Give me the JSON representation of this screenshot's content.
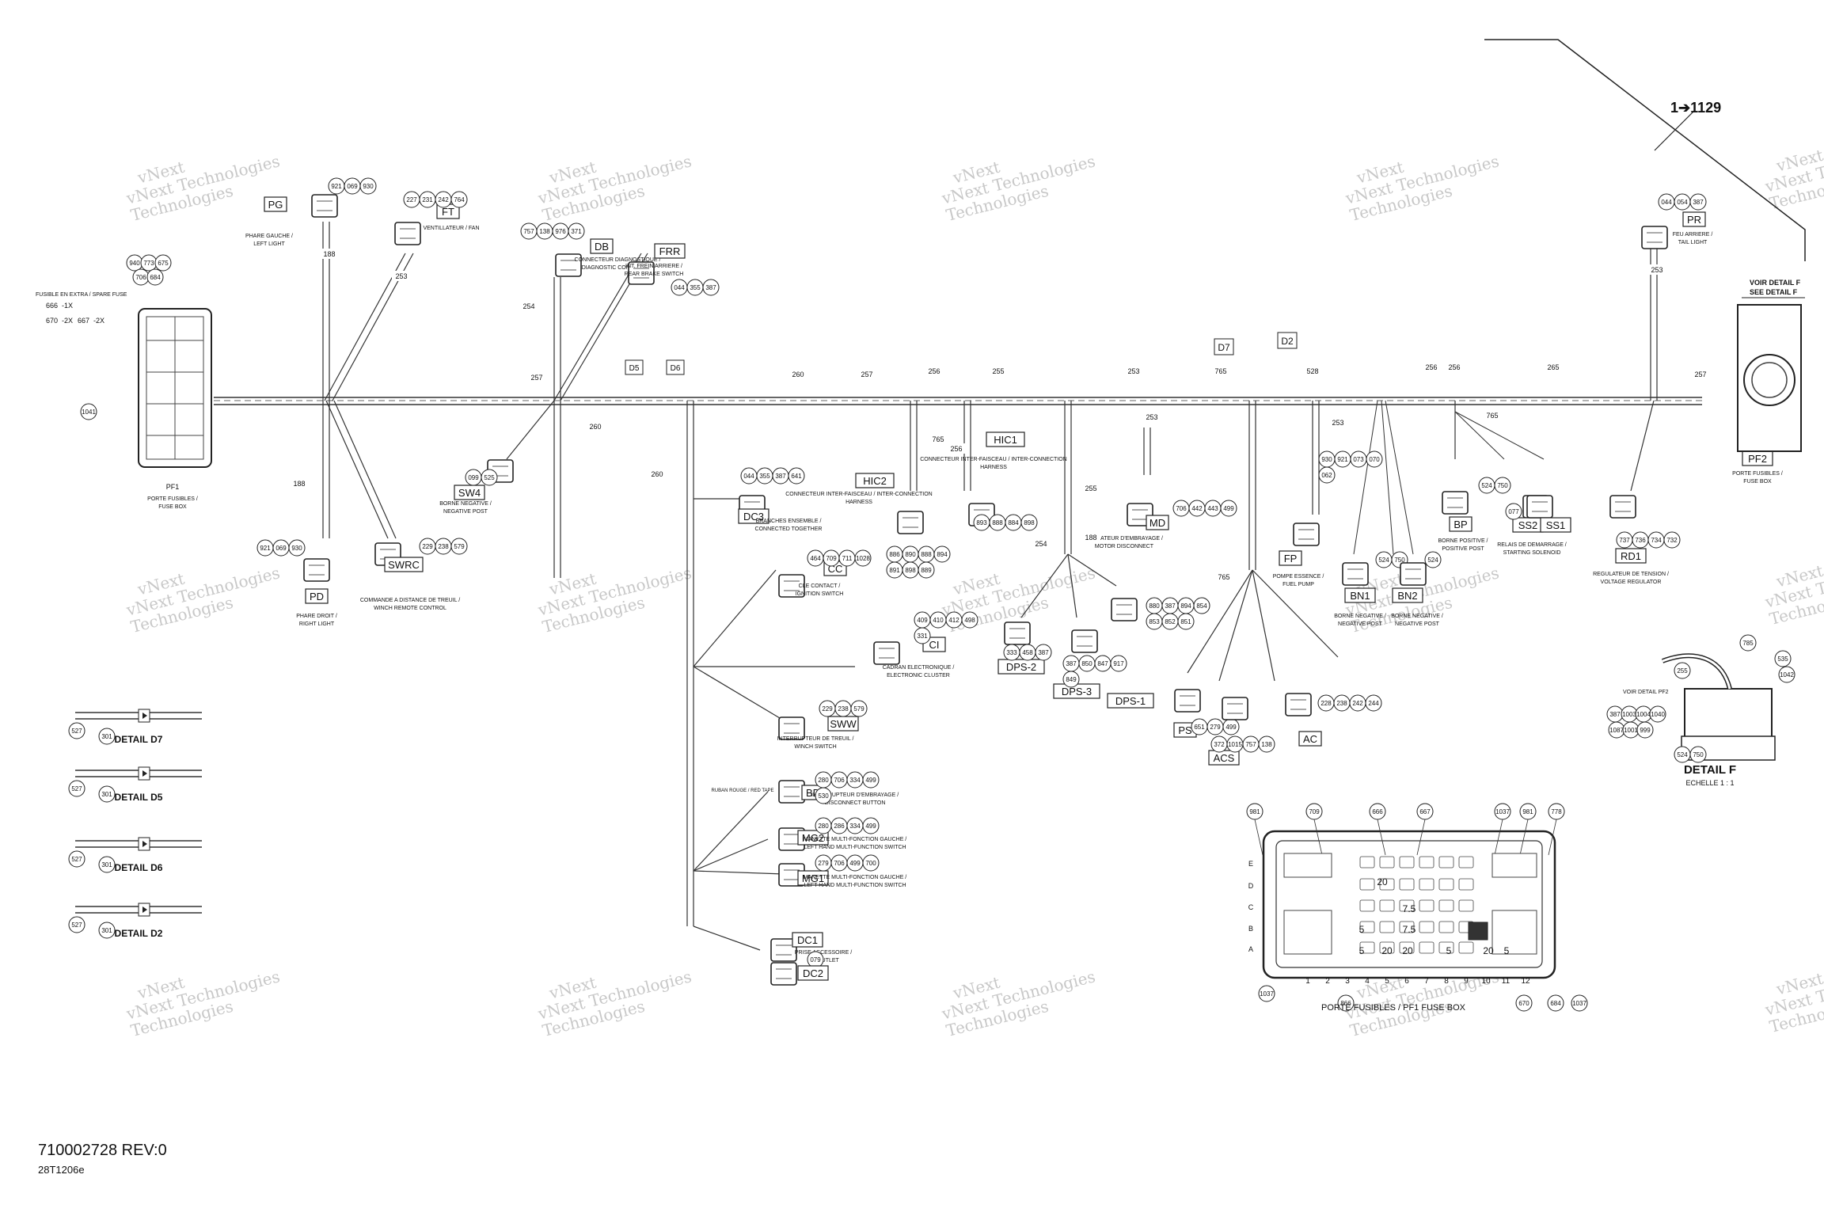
{
  "top_ref": "1➔1129",
  "drawing_number": "710002728 REV:0",
  "drawing_code": "28T1206e",
  "watermark": {
    "line1": "vNext Technologies",
    "line2": "Technologies",
    "line0": "vNext"
  },
  "fuse_box": {
    "spare_fuse_note": "FUSIBLE EN EXTRA / SPARE FUSE",
    "spare_rows": [
      {
        "a": "666",
        "b": "-1X"
      },
      {
        "a": "670",
        "b": "-2X"
      },
      {
        "a": "667",
        "b": "-2X"
      }
    ],
    "callouts": [
      "940",
      "773",
      "675",
      "706",
      "684",
      "1041"
    ],
    "id": "PF1",
    "caption1": "PORTE FUSIBLES /",
    "caption2": "FUSE BOX"
  },
  "connectors": [
    {
      "id": "PG",
      "fr": "PHARE GAUCHE /",
      "en": "LEFT LIGHT",
      "parts": [
        "921",
        "069",
        "930"
      ]
    },
    {
      "id": "FT",
      "fr": "VENTILLATEUR / FAN",
      "en": "",
      "parts": [
        "227",
        "231",
        "242",
        "764"
      ]
    },
    {
      "id": "DB",
      "fr": "CONNECTEUR DIAGNOSTIQUE /",
      "en": "DIAGNOSTIC CONNECTOR",
      "parts": [
        "757",
        "138",
        "976",
        "371"
      ]
    },
    {
      "id": "FRR",
      "fr": "INT. FREIN ARRIERE /",
      "en": "REAR BRAKE SWITCH",
      "parts": [
        "044",
        "355",
        "387"
      ]
    },
    {
      "id": "PR",
      "fr": "FEU ARRIERE /",
      "en": "TAIL LIGHT",
      "parts": [
        "044",
        "054",
        "387"
      ]
    },
    {
      "id": "SW4",
      "fr": "BORNE NEGATIVE /",
      "en": "NEGATIVE POST",
      "parts": [
        "099",
        "525"
      ]
    },
    {
      "id": "PD",
      "fr": "PHARE DROIT /",
      "en": "RIGHT LIGHT",
      "parts": [
        "921",
        "069",
        "930"
      ]
    },
    {
      "id": "SWRC",
      "fr": "COMMANDE A DISTANCE DE TREUIL /",
      "en": "WINCH REMOTE CONTROL",
      "parts": [
        "229",
        "238",
        "579"
      ]
    },
    {
      "id": "DC3",
      "fr": "BRANCHES ENSEMBLE /",
      "en": "CONNECTED TOGETHER",
      "parts": [
        "044",
        "355",
        "387",
        "641"
      ]
    },
    {
      "id": "HIC2",
      "fr": "CONNECTEUR INTER-FAISCEAU / INTER-CONNECTION",
      "en": "HARNESS",
      "parts": [
        "886",
        "890",
        "888",
        "894",
        "891",
        "898",
        "889"
      ]
    },
    {
      "id": "HIC1",
      "fr": "CONNECTEUR INTER-FAISCEAU / INTER-CONNECTION",
      "en": "HARNESS",
      "parts": [
        "893",
        "888",
        "884",
        "898"
      ]
    },
    {
      "id": "CC",
      "fr": "CLE CONTACT /",
      "en": "IGNITION SWITCH",
      "parts": [
        "464",
        "709",
        "711",
        "1028"
      ]
    },
    {
      "id": "CI",
      "fr": "CADRAN ELECTRONIQUE /",
      "en": "ELECTRONIC CLUSTER",
      "parts": [
        "409",
        "410",
        "412",
        "498",
        "331"
      ]
    },
    {
      "id": "SWW",
      "fr": "INTERRUPTEUR DE TREUIL /",
      "en": "WINCH SWITCH",
      "parts": [
        "229",
        "238",
        "579"
      ]
    },
    {
      "id": "DPS-2",
      "fr": "",
      "en": "",
      "parts": [
        "333",
        "458",
        "387"
      ]
    },
    {
      "id": "DPS-3",
      "fr": "",
      "en": "",
      "parts": [
        "387",
        "850",
        "847",
        "917",
        "849"
      ]
    },
    {
      "id": "DPS-1",
      "fr": "",
      "en": "",
      "parts": [
        "880",
        "387",
        "894",
        "854",
        "853",
        "852",
        "851"
      ]
    },
    {
      "id": "MD",
      "fr": "ACTUATEUR D'EMBRAYAGE /",
      "en": "MOTOR DISCONNECT",
      "parts": [
        "706",
        "442",
        "443",
        "499"
      ]
    },
    {
      "id": "FP",
      "fr": "POMPE ESSENCE /",
      "en": "FUEL PUMP",
      "parts": [
        "930",
        "921",
        "073",
        "070",
        "062"
      ]
    },
    {
      "id": "BP",
      "fr": "BORNE POSITIVE /",
      "en": "POSITIVE POST",
      "parts": [
        "524",
        "750"
      ]
    },
    {
      "id": "SS2",
      "fr": "RELAIS DE DEMARRAGE /",
      "en": "STARTING SOLENOID",
      "parts": [
        "077"
      ]
    },
    {
      "id": "SS1",
      "fr": "",
      "en": "",
      "parts": []
    },
    {
      "id": "BN1",
      "fr": "BORNE NEGATIVE /",
      "en": "NEGATIVE POST",
      "parts": [
        "524",
        "750"
      ]
    },
    {
      "id": "BN2",
      "fr": "BORNE NEGATIVE /",
      "en": "NEGATIVE POST",
      "parts": [
        "524"
      ]
    },
    {
      "id": "RD1",
      "fr": "REGULATEUR DE TENSION /",
      "en": "VOLTAGE REGULATOR",
      "parts": [
        "737",
        "736",
        "734",
        "732"
      ]
    },
    {
      "id": "PS",
      "fr": "",
      "en": "",
      "parts": [
        "651",
        "279",
        "499"
      ]
    },
    {
      "id": "ACS",
      "fr": "",
      "en": "",
      "parts": [
        "372",
        "1015",
        "757",
        "138"
      ]
    },
    {
      "id": "AC",
      "fr": "",
      "en": "",
      "parts": [
        "228",
        "238",
        "242",
        "244"
      ]
    },
    {
      "id": "BD",
      "fr": "INTERRUPTEUR D'EMBRAYAGE /",
      "en": "DISCONNECT BUTTON",
      "parts": [
        "280",
        "706",
        "334",
        "499",
        "530"
      ]
    },
    {
      "id": "MG2",
      "fr": "MANETTE MULTI-FONCTION GAUCHE /",
      "en": "LEFT HAND MULTI-FUNCTION SWITCH",
      "parts": [
        "280",
        "286",
        "334",
        "499"
      ]
    },
    {
      "id": "MG1",
      "fr": "MANETTE MULTI-FONCTION GAUCHE /",
      "en": "LEFT HAND MULTI-FUNCTION SWITCH",
      "parts": [
        "279",
        "706",
        "499",
        "700"
      ]
    },
    {
      "id": "DC1",
      "fr": "PRISE ACCESSOIRE /",
      "en": "DC OUTLET",
      "parts": [
        "079"
      ]
    },
    {
      "id": "DC2",
      "fr": "",
      "en": "",
      "parts": []
    },
    {
      "id": "PF2",
      "fr": "PORTE FUSIBLES /",
      "en": "FUSE BOX",
      "parts": []
    }
  ],
  "section_labels": {
    "d5": "D5",
    "d6": "D6",
    "d7": "D7",
    "d2": "D2",
    "see_detail_fr": "VOIR DETAIL F",
    "see_detail_en": "SEE DETAIL F",
    "voir_detail_pf2": "VOIR DETAIL PF2",
    "ribbon": "RUBAN ROUGE / RED TAPE"
  },
  "wire_numbers": [
    "188",
    "253",
    "254",
    "257",
    "260",
    "257",
    "256",
    "255",
    "253",
    "765",
    "528",
    "256",
    "256",
    "265",
    "257",
    "253",
    "188",
    "255",
    "254",
    "188",
    "765",
    "765",
    "765",
    "256",
    "253",
    "253",
    "260",
    "260"
  ],
  "details": [
    {
      "label": "DETAIL D7",
      "parts": [
        "527",
        "301"
      ]
    },
    {
      "label": "DETAIL D5",
      "parts": [
        "527",
        "301"
      ]
    },
    {
      "label": "DETAIL D6",
      "parts": [
        "527",
        "301"
      ]
    },
    {
      "label": "DETAIL D2",
      "parts": [
        "527",
        "301"
      ]
    }
  ],
  "detail_f": {
    "label": "DETAIL F",
    "scale": "ECHELLE 1 : 1",
    "parts": [
      "785",
      "535",
      "255",
      "1042",
      "387",
      "1003",
      "1004",
      "1040",
      "1087",
      "1001",
      "999",
      "524",
      "750"
    ]
  },
  "fuse_panel": {
    "top_callouts": [
      "981",
      "709",
      "666",
      "667",
      "1037",
      "981",
      "778"
    ],
    "bottom_callouts": [
      "1037",
      "866",
      "670",
      "684",
      "1037"
    ],
    "row_labels": [
      "E",
      "D",
      "C",
      "B",
      "A"
    ],
    "col_labels": [
      "1",
      "2",
      "3",
      "4",
      "5",
      "6",
      "7",
      "8",
      "9",
      "10",
      "11",
      "12"
    ],
    "fuse_values": [
      "5",
      "5",
      "20",
      "7.5",
      "20",
      "20",
      "5",
      "20",
      "7.5",
      "5"
    ],
    "footer_text": "PORTE FUSIBLES / PF1 FUSE BOX"
  }
}
